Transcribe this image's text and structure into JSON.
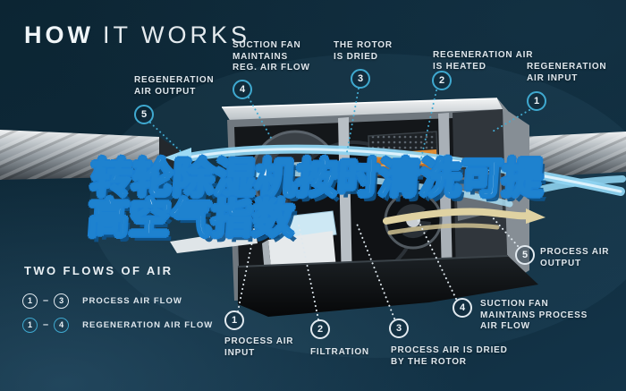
{
  "title": {
    "bold": "HOW",
    "light": "IT WORKS"
  },
  "headline": {
    "line1": "转轮除湿机按时清洗可提",
    "line2": "高空气指数"
  },
  "legend": {
    "title": "TWO FLOWS OF AIR",
    "rows": [
      {
        "from": "1",
        "sep": "–",
        "to": "3",
        "label": "PROCESS AIR FLOW"
      },
      {
        "from": "1",
        "sep": "–",
        "to": "4",
        "label": "REGENERATION AIR FLOW"
      }
    ]
  },
  "callouts": {
    "regeneration": [
      {
        "num": "5",
        "line1": "REGENERATION",
        "line2": "AIR OUTPUT",
        "line3": ""
      },
      {
        "num": "4",
        "line1": "SUCTION FAN",
        "line2": "MAINTAINS",
        "line3": "REG. AIR FLOW"
      },
      {
        "num": "3",
        "line1": "THE ROTOR",
        "line2": "IS DRIED",
        "line3": ""
      },
      {
        "num": "2",
        "line1": "REGENERATION AIR",
        "line2": "IS HEATED",
        "line3": ""
      },
      {
        "num": "1",
        "line1": "REGENERATION",
        "line2": "AIR INPUT",
        "line3": ""
      }
    ],
    "process": [
      {
        "num": "1",
        "line1": "PROCESS AIR",
        "line2": "INPUT",
        "line3": ""
      },
      {
        "num": "2",
        "line1": "FILTRATION",
        "line2": "",
        "line3": ""
      },
      {
        "num": "3",
        "line1": "PROCESS AIR IS DRIED",
        "line2": "BY THE ROTOR",
        "line3": ""
      },
      {
        "num": "4",
        "line1": "SUCTION FAN",
        "line2": "MAINTAINS PROCESS",
        "line3": "AIR FLOW"
      },
      {
        "num": "5",
        "line1": "PROCESS AIR",
        "line2": "OUTPUT",
        "line3": ""
      }
    ]
  },
  "colors": {
    "background": "#0e2a3a",
    "regeneration_accent": "#3fa9d0",
    "process_accent": "#e2eaf0",
    "headline_fill": "#ffffff",
    "headline_outline": "#1b7fd0",
    "flow_blue": "#8ed3f0",
    "flow_tan": "#dfd2a2",
    "heater_orange": "#e5821e"
  }
}
